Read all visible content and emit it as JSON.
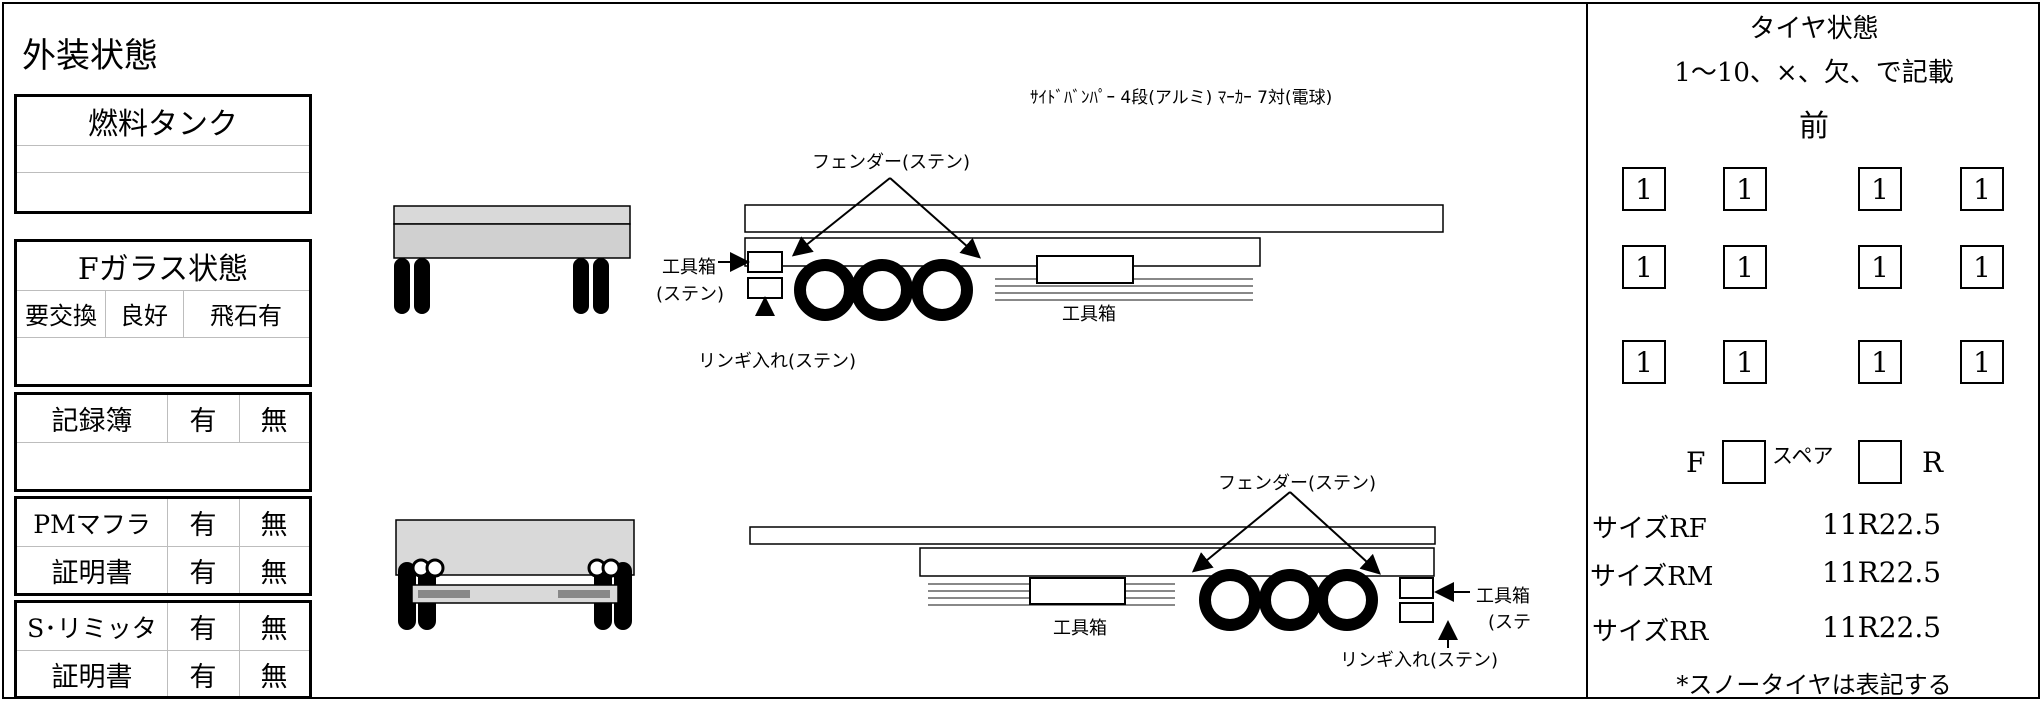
{
  "left": {
    "title": "外装状態",
    "fuel": {
      "label": "燃料タンク"
    },
    "glass": {
      "label": "Fガラス状態",
      "options": [
        "要交換",
        "良好",
        "飛石有"
      ]
    },
    "records": {
      "label": "記録簿",
      "yes": "有",
      "no": "無"
    },
    "pm": {
      "label": "PMマフラ",
      "yes": "有",
      "no": "無",
      "cert": "証明書",
      "cert_yes": "有",
      "cert_no": "無"
    },
    "limiter": {
      "label": "S･リミッタ",
      "yes": "有",
      "no": "無",
      "cert": "証明書",
      "cert_yes": "有",
      "cert_no": "無"
    }
  },
  "diagram": {
    "spec": "ｻｲﾄﾞﾊﾞﾝﾊﾟｰ  4段(アルミ)  ﾏｰｶｰ  7対(電球)",
    "top_fender": "フェンダー(ステン)",
    "top_toolbox_a": "工具箱",
    "top_toolbox_b": "(ステン)",
    "top_toolbox_center": "工具箱",
    "top_ringi": "リンギ入れ(ステン)",
    "bottom_fender": "フェンダー(ステン)",
    "bottom_toolbox_center": "工具箱",
    "bottom_toolbox_a": "工具箱",
    "bottom_toolbox_b": "(ステ",
    "bottom_ringi": "リンギ入れ(ステン)"
  },
  "tyres": {
    "title": "タイヤ状態",
    "instruction": "1〜10、×、欠、で記載",
    "front": "前",
    "rows": [
      [
        "1",
        "1",
        "1",
        "1"
      ],
      [
        "1",
        "1",
        "1",
        "1"
      ],
      [
        "1",
        "1",
        "1",
        "1"
      ]
    ],
    "spare_f": "F",
    "spare_label": "スペア",
    "spare_r": "R",
    "sizes": [
      {
        "label": "サイズRF",
        "value": "11R22.5"
      },
      {
        "label": "サイズRM",
        "value": "11R22.5"
      },
      {
        "label": "サイズRR",
        "value": "11R22.5"
      }
    ],
    "note": "*スノータイヤは表記する"
  }
}
